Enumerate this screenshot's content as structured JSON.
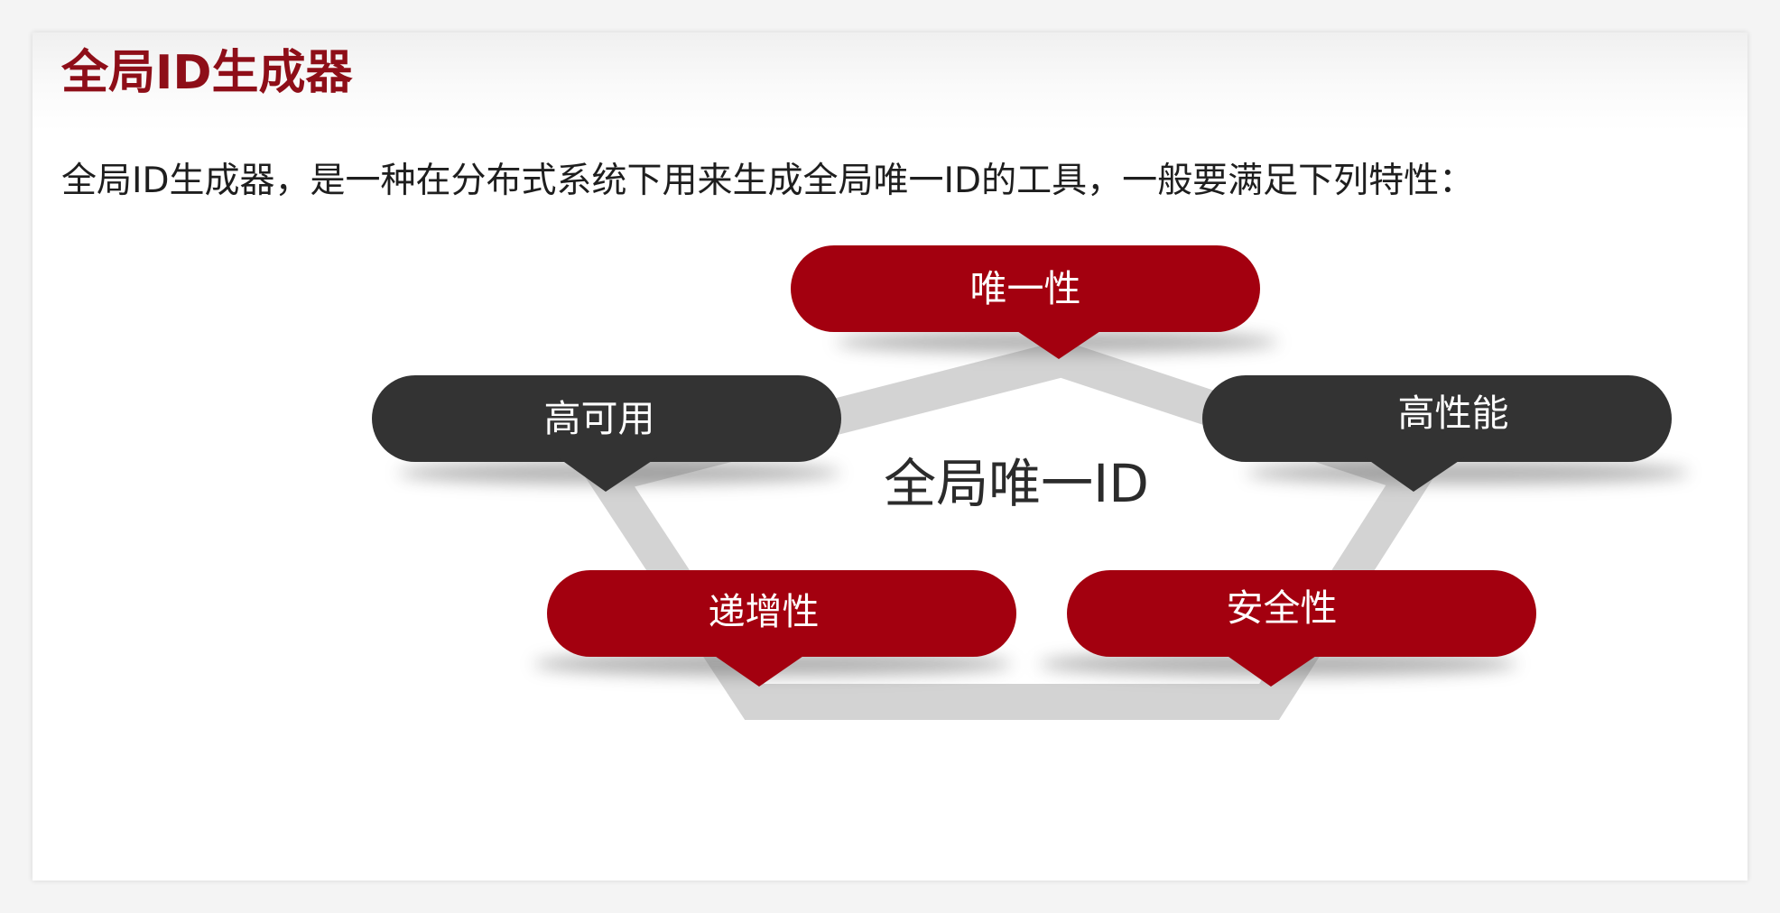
{
  "title": "全局ID生成器",
  "intro": "全局ID生成器，是一种在分布式系统下用来生成全局唯一ID的工具，一般要满足下列特性：",
  "diagram": {
    "center": "全局唯一ID",
    "nodes": [
      {
        "id": "uniqueness",
        "label": "唯一性",
        "color": "#a3000f"
      },
      {
        "id": "high-availability",
        "label": "高可用",
        "color": "#333333"
      },
      {
        "id": "high-performance",
        "label": "高性能",
        "color": "#333333"
      },
      {
        "id": "incremental",
        "label": "递增性",
        "color": "#a3000f"
      },
      {
        "id": "security",
        "label": "安全性",
        "color": "#a3000f"
      }
    ]
  },
  "colors": {
    "title": "#8e0e18",
    "accent_red": "#a3000f",
    "dark": "#333333",
    "connector": "#d2d2d2"
  }
}
